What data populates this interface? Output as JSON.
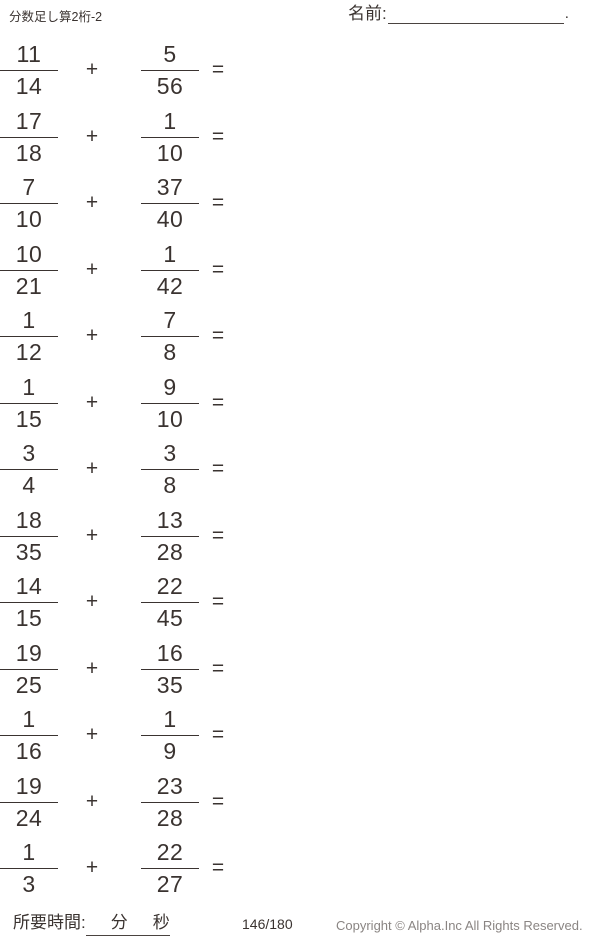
{
  "header": {
    "title": "分数足し算2桁-2",
    "name_label": "名前:",
    "name_value": "",
    "name_trailing_period": "."
  },
  "problems": [
    {
      "index": 1,
      "left_num": "11",
      "left_den": "14",
      "operator": "+",
      "right_num": "5",
      "right_den": "56",
      "equals": "=",
      "answer": ""
    },
    {
      "index": 2,
      "left_num": "17",
      "left_den": "18",
      "operator": "+",
      "right_num": "1",
      "right_den": "10",
      "equals": "=",
      "answer": ""
    },
    {
      "index": 3,
      "left_num": "7",
      "left_den": "10",
      "operator": "+",
      "right_num": "37",
      "right_den": "40",
      "equals": "=",
      "answer": ""
    },
    {
      "index": 4,
      "left_num": "10",
      "left_den": "21",
      "operator": "+",
      "right_num": "1",
      "right_den": "42",
      "equals": "=",
      "answer": ""
    },
    {
      "index": 5,
      "left_num": "1",
      "left_den": "12",
      "operator": "+",
      "right_num": "7",
      "right_den": "8",
      "equals": "=",
      "answer": ""
    },
    {
      "index": 6,
      "left_num": "1",
      "left_den": "15",
      "operator": "+",
      "right_num": "9",
      "right_den": "10",
      "equals": "=",
      "answer": ""
    },
    {
      "index": 7,
      "left_num": "3",
      "left_den": "4",
      "operator": "+",
      "right_num": "3",
      "right_den": "8",
      "equals": "=",
      "answer": ""
    },
    {
      "index": 8,
      "left_num": "18",
      "left_den": "35",
      "operator": "+",
      "right_num": "13",
      "right_den": "28",
      "equals": "=",
      "answer": ""
    },
    {
      "index": 9,
      "left_num": "14",
      "left_den": "15",
      "operator": "+",
      "right_num": "22",
      "right_den": "45",
      "equals": "=",
      "answer": ""
    },
    {
      "index": 10,
      "left_num": "19",
      "left_den": "25",
      "operator": "+",
      "right_num": "16",
      "right_den": "35",
      "equals": "=",
      "answer": ""
    },
    {
      "index": 11,
      "left_num": "1",
      "left_den": "16",
      "operator": "+",
      "right_num": "1",
      "right_den": "9",
      "equals": "=",
      "answer": ""
    },
    {
      "index": 12,
      "left_num": "19",
      "left_den": "24",
      "operator": "+",
      "right_num": "23",
      "right_den": "28",
      "equals": "=",
      "answer": ""
    },
    {
      "index": 13,
      "left_num": "1",
      "left_den": "3",
      "operator": "+",
      "right_num": "22",
      "right_den": "27",
      "equals": "=",
      "answer": ""
    }
  ],
  "footer": {
    "time_label": "所要時間:",
    "time_minutes_unit": "分",
    "time_seconds_unit": "秒",
    "time_minutes_value": "",
    "time_seconds_value": "",
    "page_indicator": "146/180",
    "copyright": "Copyright ©  Alpha.Inc All Rights Reserved."
  },
  "colors": {
    "ink": "#3a3330",
    "rule": "#4a4340",
    "copyright_gray": "#8a8583",
    "paper": "#ffffff"
  }
}
